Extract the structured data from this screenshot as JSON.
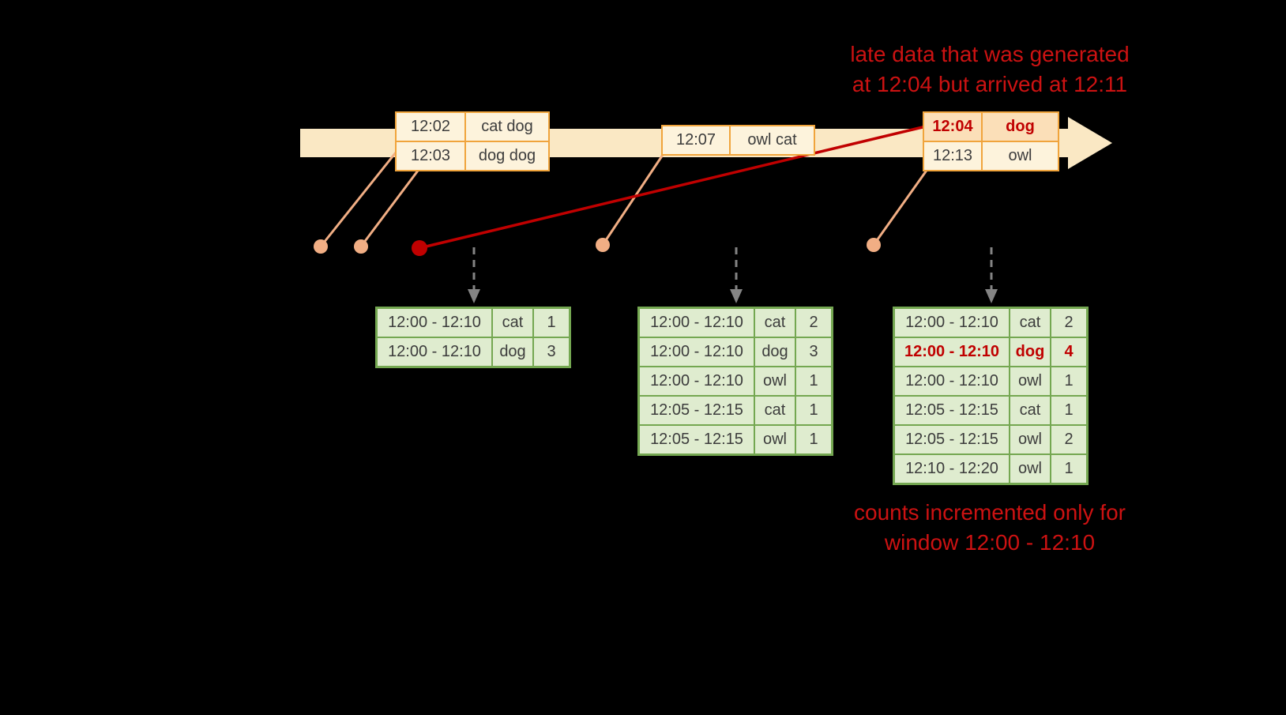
{
  "annotations": {
    "late_note": {
      "line1": "late data that was generated",
      "line2": "at 12:04 but arrived at 12:11"
    },
    "counts_note": {
      "line1": "counts incremented only for",
      "line2": "window 12:00 - 12:10"
    }
  },
  "timeline": {
    "events": [
      {
        "rows": [
          {
            "time": "12:02",
            "words": "cat dog",
            "late": false
          },
          {
            "time": "12:03",
            "words": "dog dog",
            "late": false
          }
        ]
      },
      {
        "rows": [
          {
            "time": "12:07",
            "words": "owl cat",
            "late": false
          }
        ]
      },
      {
        "rows": [
          {
            "time": "12:04",
            "words": "dog",
            "late": true
          },
          {
            "time": "12:13",
            "words": "owl",
            "late": false
          }
        ]
      }
    ]
  },
  "result_tables": [
    {
      "rows": [
        {
          "window": "12:00 - 12:10",
          "word": "cat",
          "count": 1,
          "highlight": false
        },
        {
          "window": "12:00 - 12:10",
          "word": "dog",
          "count": 3,
          "highlight": false
        }
      ]
    },
    {
      "rows": [
        {
          "window": "12:00 - 12:10",
          "word": "cat",
          "count": 2,
          "highlight": false
        },
        {
          "window": "12:00 - 12:10",
          "word": "dog",
          "count": 3,
          "highlight": false
        },
        {
          "window": "12:00 - 12:10",
          "word": "owl",
          "count": 1,
          "highlight": false
        },
        {
          "window": "12:05 - 12:15",
          "word": "cat",
          "count": 1,
          "highlight": false
        },
        {
          "window": "12:05 - 12:15",
          "word": "owl",
          "count": 1,
          "highlight": false
        }
      ]
    },
    {
      "rows": [
        {
          "window": "12:00 - 12:10",
          "word": "cat",
          "count": 2,
          "highlight": false
        },
        {
          "window": "12:00 - 12:10",
          "word": "dog",
          "count": 4,
          "highlight": true
        },
        {
          "window": "12:00 - 12:10",
          "word": "owl",
          "count": 1,
          "highlight": false
        },
        {
          "window": "12:05 - 12:15",
          "word": "cat",
          "count": 1,
          "highlight": false
        },
        {
          "window": "12:05 - 12:15",
          "word": "owl",
          "count": 2,
          "highlight": false
        },
        {
          "window": "12:10 - 12:20",
          "word": "owl",
          "count": 1,
          "highlight": false
        }
      ]
    }
  ],
  "colors": {
    "background": "#000000",
    "timeline_fill": "#FAE8C4",
    "event_border": "#F0A43C",
    "event_fill": "#FDF3DC",
    "late_cell_fill": "#FBDFB8",
    "connector_salmon": "#F1AE84",
    "late_red": "#C00000",
    "annotation_red": "#CC1212",
    "trigger_arrow_gray": "#848484",
    "table_border_green": "#74A751",
    "table_fill_green": "#DFECCF",
    "text_dark": "#3C3C3C"
  }
}
